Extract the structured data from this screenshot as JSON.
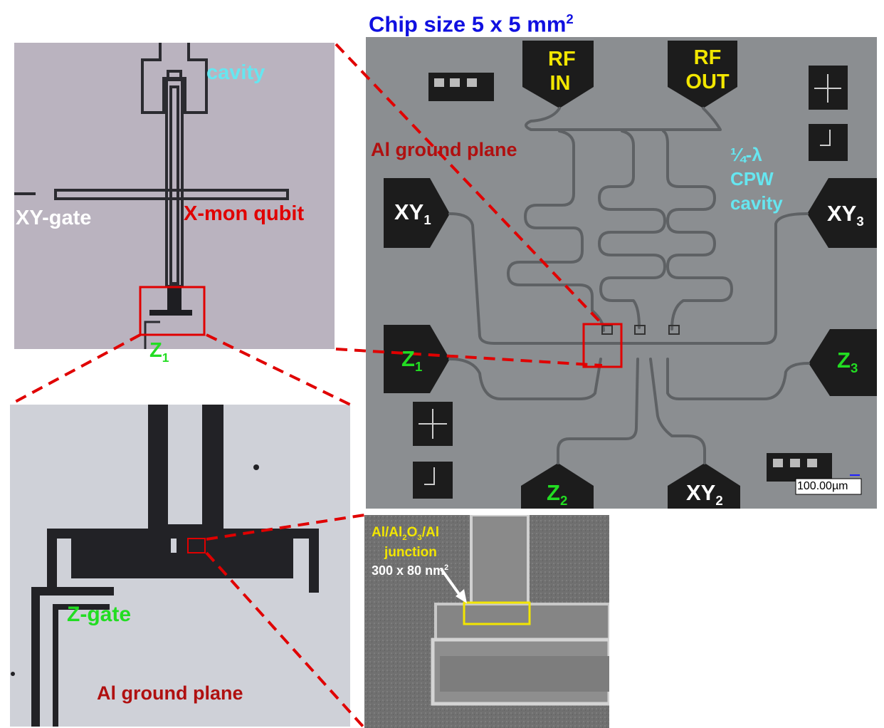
{
  "title": {
    "text": "Chip size 5 x 5 mm",
    "sup": "2"
  },
  "chip": {
    "rf_in": [
      "RF",
      "IN"
    ],
    "rf_out": [
      "RF",
      "OUT"
    ],
    "ground_plane": "Al ground plane",
    "cavity": [
      "¼-λ",
      "CPW",
      "cavity"
    ],
    "xy1": {
      "base": "XY",
      "sub": "1"
    },
    "xy2": {
      "base": "XY",
      "sub": "2"
    },
    "xy3": {
      "base": "XY",
      "sub": "3"
    },
    "z1": {
      "base": "Z",
      "sub": "1"
    },
    "z2": {
      "base": "Z",
      "sub": "2"
    },
    "z3": {
      "base": "Z",
      "sub": "3"
    },
    "scale_bar": "100.00µm"
  },
  "zoom1": {
    "cavity": "cavity",
    "xy_gate": "XY-gate",
    "qubit": "X-mon qubit",
    "z1": {
      "base": "Z",
      "sub": "1"
    }
  },
  "zoom2": {
    "z_gate": "Z-gate",
    "ground_plane": "Al ground plane"
  },
  "sem": {
    "junction_line1": {
      "a": "Al/Al",
      "s2": "2",
      "b": "O",
      "s3": "3",
      "c": "/Al"
    },
    "junction_line2": "junction",
    "junction_size": {
      "text": "300 x 80 nm",
      "sup": "2"
    }
  },
  "colors": {
    "title_blue": "#1010e0",
    "yellow": "#f2e600",
    "dark_red": "#b01010",
    "red": "#e00000",
    "green": "#22dd22",
    "cyan": "#66e6f0",
    "white": "#ffffff",
    "dash_red": "#e00000"
  }
}
